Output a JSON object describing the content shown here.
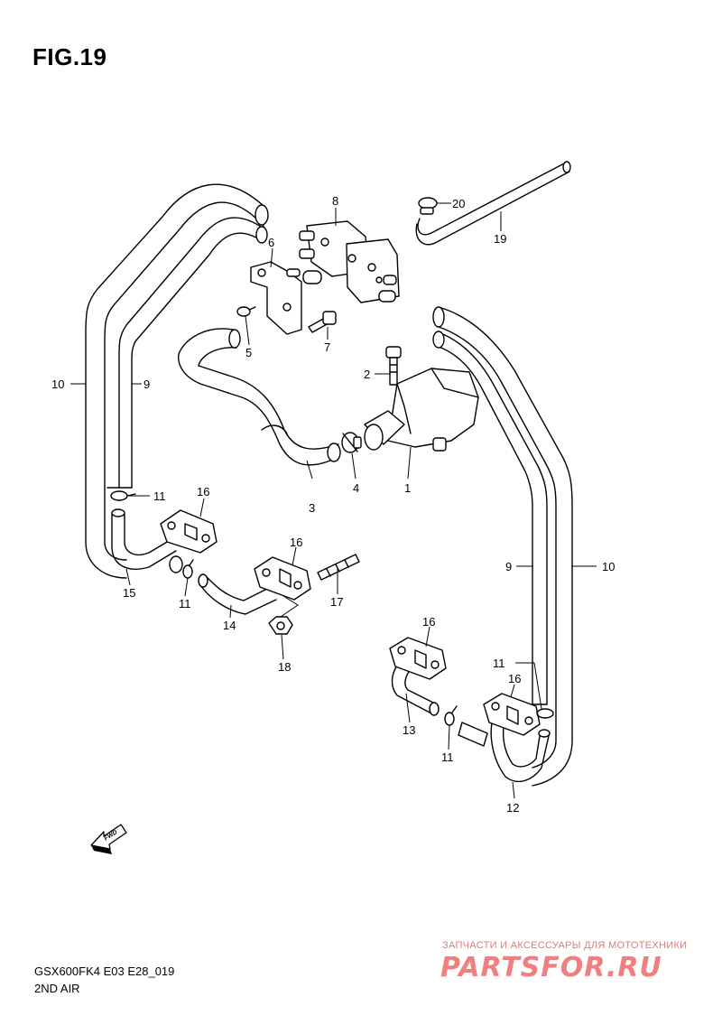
{
  "figure": {
    "title": "FIG.19"
  },
  "callouts": {
    "c1": "1",
    "c2": "2",
    "c3": "3",
    "c4": "4",
    "c5": "5",
    "c6": "6",
    "c7": "7",
    "c8": "8",
    "c9_left": "9",
    "c9_right": "9",
    "c10_left": "10",
    "c10_right": "10",
    "c11_a": "11",
    "c11_b": "11",
    "c11_c": "11",
    "c11_d": "11",
    "c12": "12",
    "c13": "13",
    "c14": "14",
    "c15": "15",
    "c16_a": "16",
    "c16_b": "16",
    "c16_c": "16",
    "c16_d": "16",
    "c17": "17",
    "c18": "18",
    "c19": "19",
    "c20": "20"
  },
  "fwd_arrow": {
    "text": "FWD"
  },
  "footer": {
    "model": "GSX600FK4 E03 E28_019",
    "name": "2ND AIR"
  },
  "watermark": {
    "tagline": "ЗАПЧАСТИ И АКСЕССУАРЫ ДЛЯ МОТОТЕХНИКИ",
    "logo": "PARTSFOR.RU"
  }
}
